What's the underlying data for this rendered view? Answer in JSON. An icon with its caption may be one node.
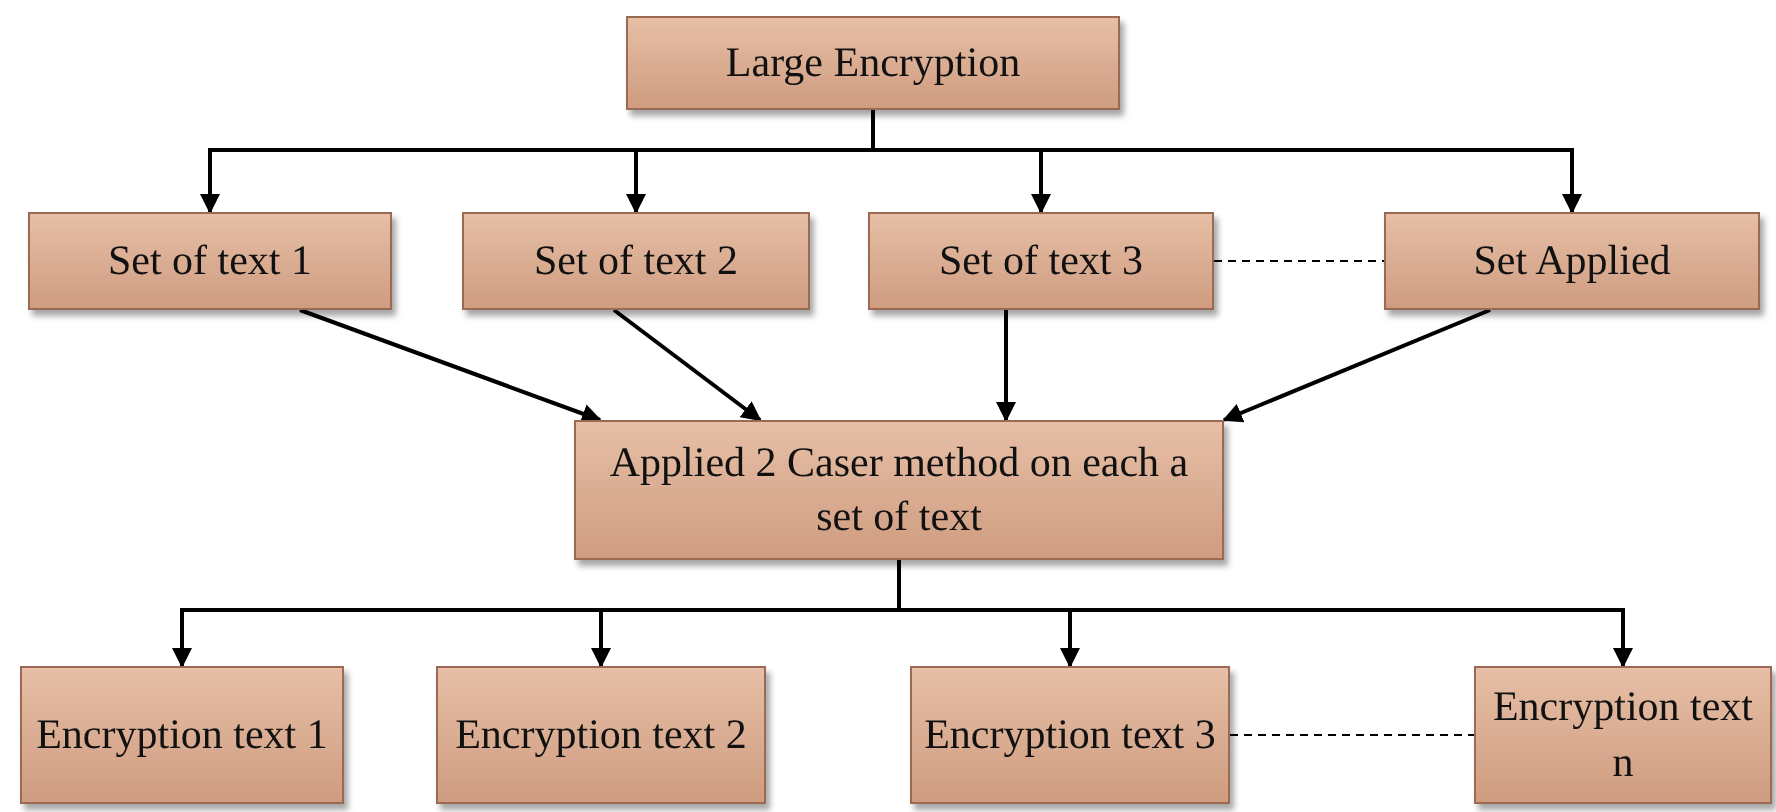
{
  "diagram": {
    "nodes": [
      {
        "text": [
          "Large Encryption"
        ]
      },
      {
        "text": [
          "Set of text 1"
        ]
      },
      {
        "text": [
          "Set of text 2"
        ]
      },
      {
        "text": [
          "Set of text 3"
        ]
      },
      {
        "text": [
          "Set Applied"
        ]
      },
      {
        "text": [
          "Applied 2 Caser method on each a set of text"
        ]
      },
      {
        "text": [
          "Encryption text 1"
        ]
      },
      {
        "text": [
          "Encryption text 2"
        ]
      },
      {
        "text": [
          "Encryption text 3"
        ]
      },
      {
        "text": [
          "Encryption text n"
        ]
      }
    ],
    "edges": [
      {
        "from": 0,
        "to": 1,
        "arrow": "to"
      },
      {
        "from": 0,
        "to": 2,
        "arrow": "to"
      },
      {
        "from": 0,
        "to": 3,
        "arrow": "to"
      },
      {
        "from": 0,
        "to": 4,
        "arrow": "to"
      },
      {
        "from": 3,
        "to": 4,
        "arrow": "none",
        "style": "dashed"
      },
      {
        "from": 1,
        "to": 5,
        "arrow": "to"
      },
      {
        "from": 2,
        "to": 5,
        "arrow": "to"
      },
      {
        "from": 3,
        "to": 5,
        "arrow": "to"
      },
      {
        "from": 4,
        "to": 5,
        "arrow": "to"
      },
      {
        "from": 5,
        "to": 6,
        "arrow": "to"
      },
      {
        "from": 5,
        "to": 7,
        "arrow": "to"
      },
      {
        "from": 5,
        "to": 8,
        "arrow": "to"
      },
      {
        "from": 5,
        "to": 9,
        "arrow": "to"
      },
      {
        "from": 8,
        "to": 9,
        "arrow": "none",
        "style": "dashed"
      }
    ]
  }
}
